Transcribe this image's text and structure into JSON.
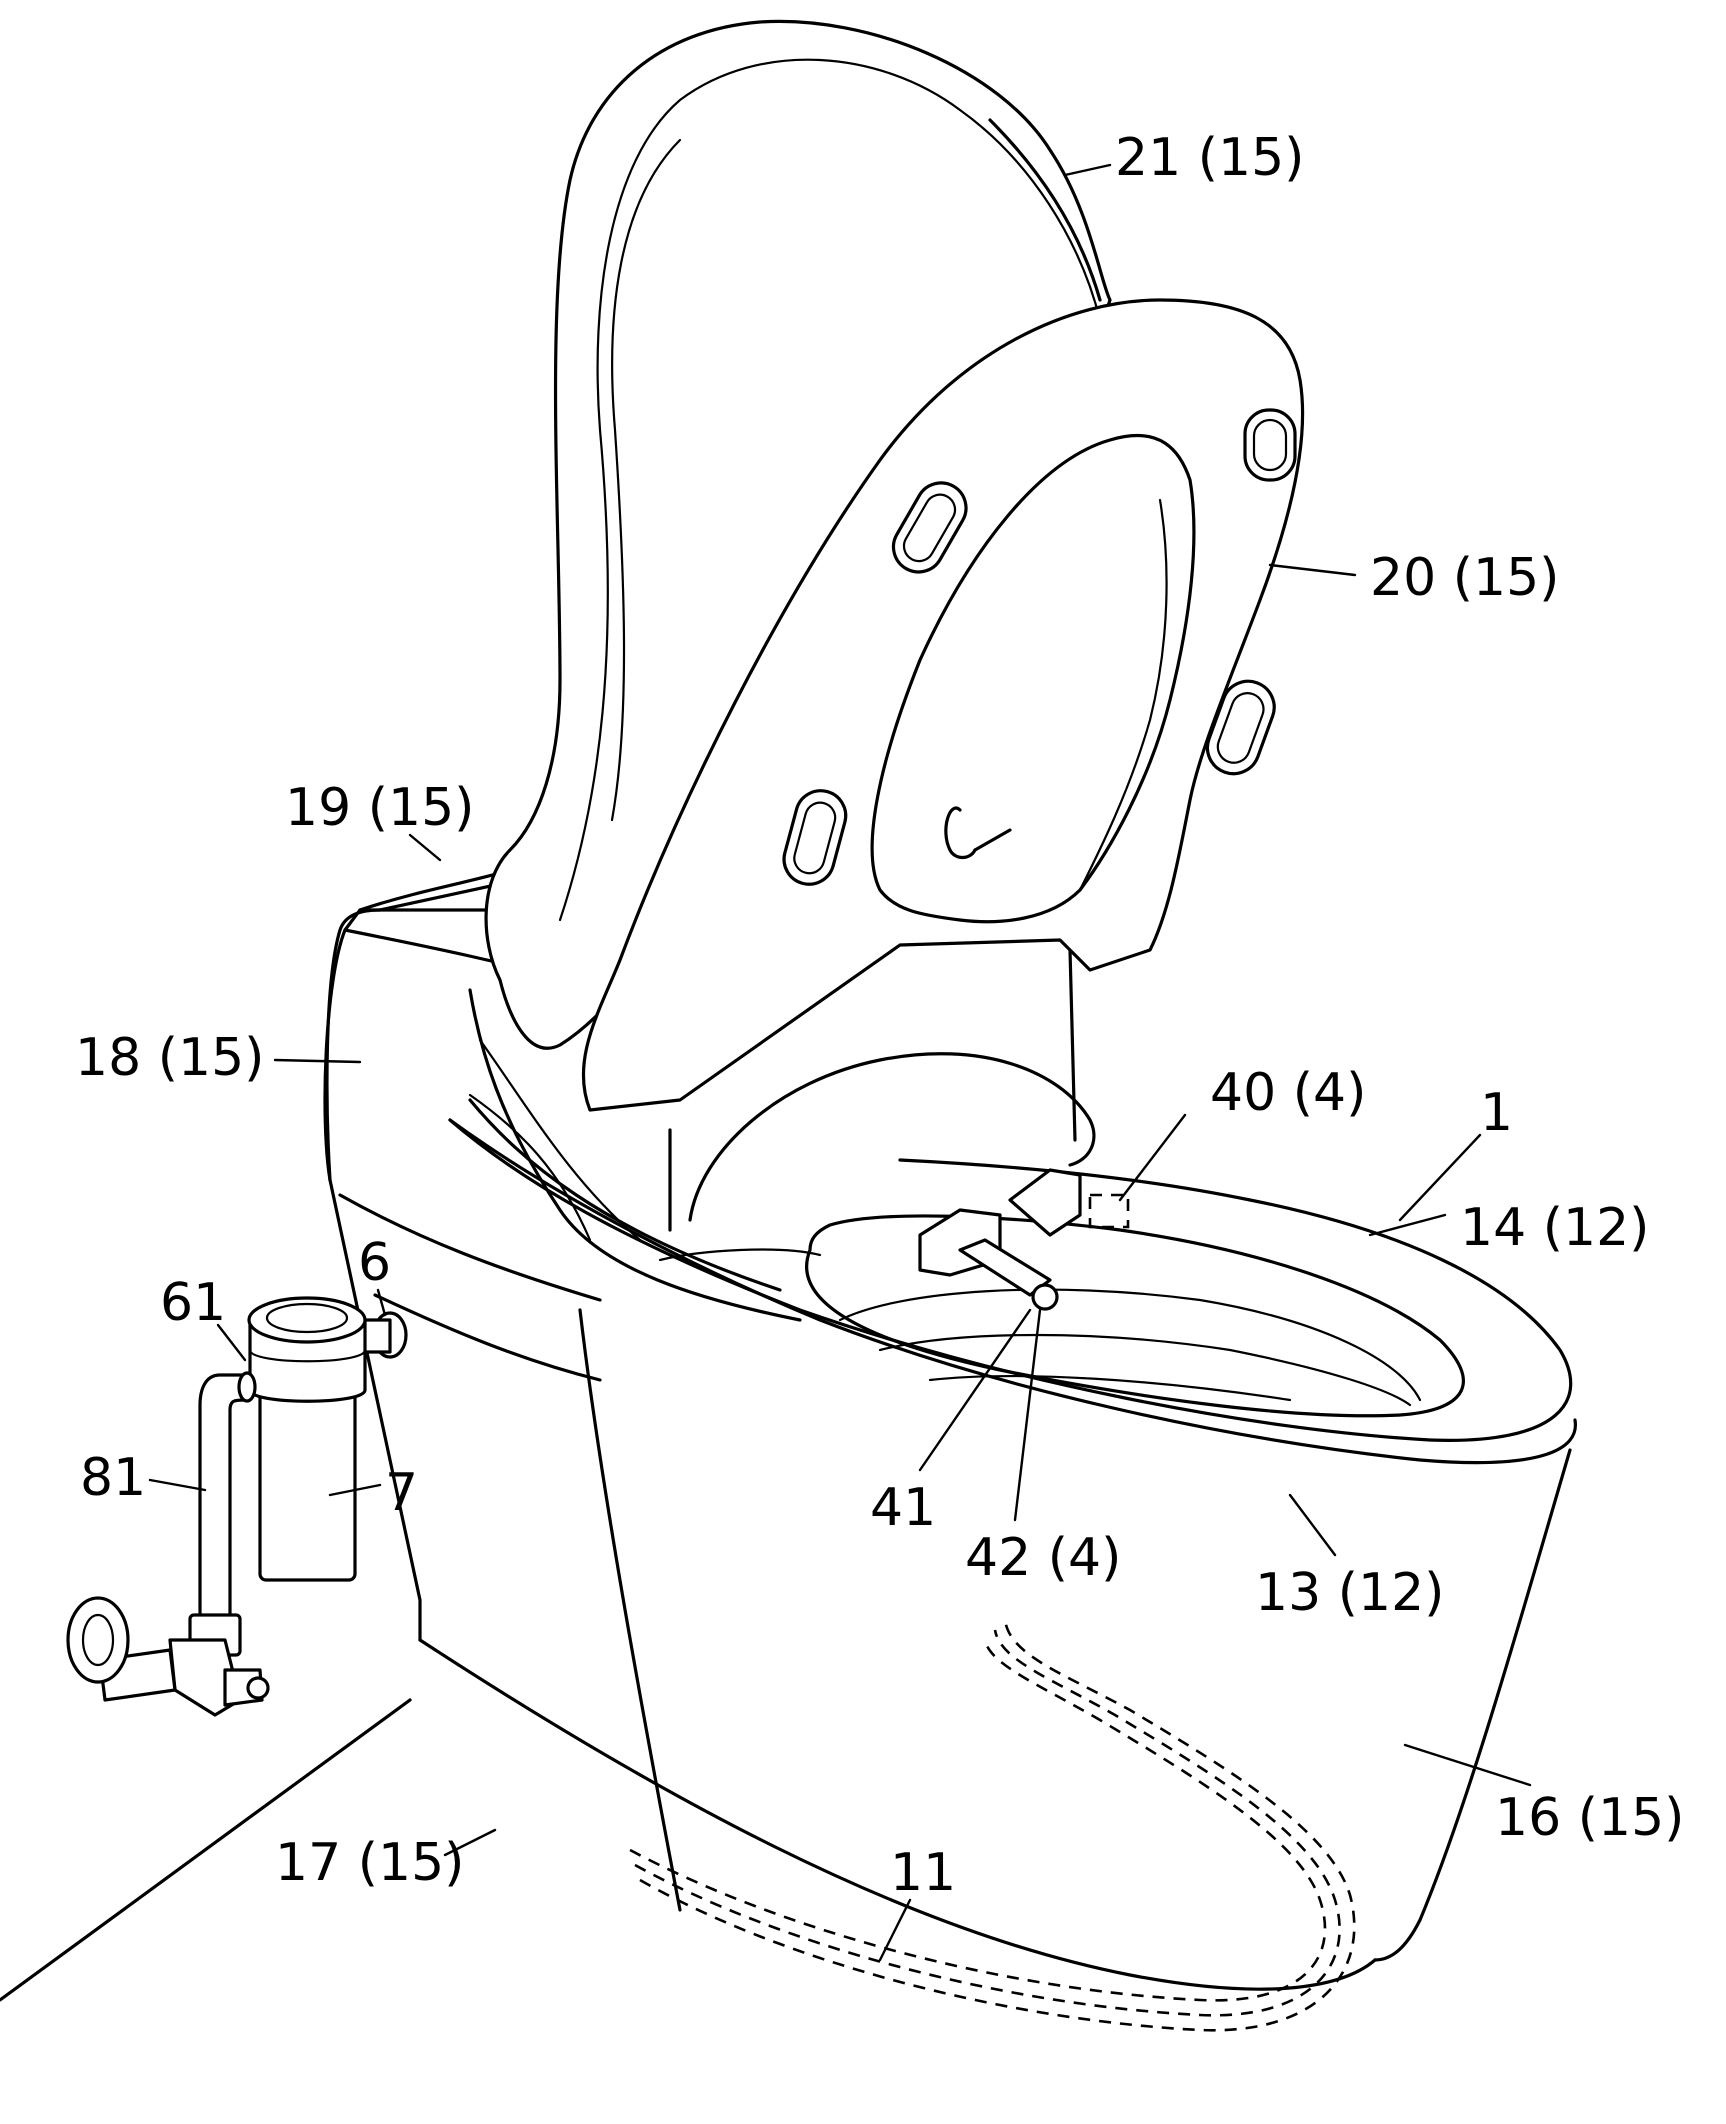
{
  "labels": {
    "l21": "21 (15)",
    "l20": "20 (15)",
    "l19": "19 (15)",
    "l18": "18 (15)",
    "l40": "40 (4)",
    "l1": "1",
    "l14": "14 (12)",
    "l6": "6",
    "l61": "61",
    "l81": "81",
    "l7": "7",
    "l41": "41",
    "l42": "42 (4)",
    "l13": "13 (12)",
    "l16": "16 (15)",
    "l17": "17 (15)",
    "l11": "11"
  }
}
